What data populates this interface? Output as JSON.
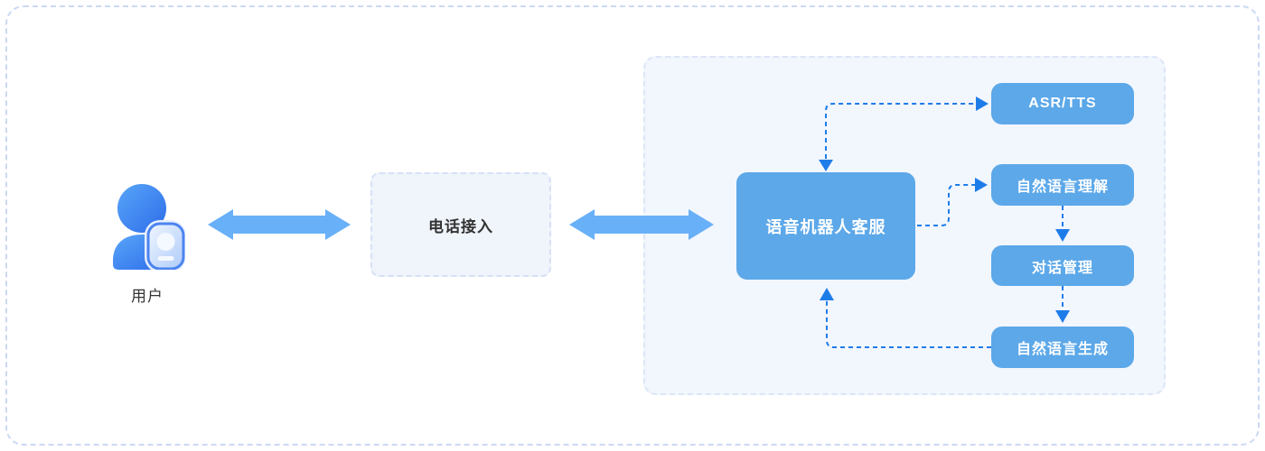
{
  "user": {
    "label": "用户"
  },
  "phone_box": {
    "label": "电话接入"
  },
  "main_box": {
    "label": "语音机器人客服"
  },
  "modules": [
    {
      "label": "ASR/TTS"
    },
    {
      "label": "自然语言理解"
    },
    {
      "label": "对话管理"
    },
    {
      "label": "自然语言生成"
    }
  ],
  "icons": {
    "user": "user-with-contact-card-icon"
  },
  "colors": {
    "node_blue": "#5CA8E9",
    "big_arrow_blue": "#68B0F8",
    "connector_blue": "#1E7CE9",
    "panel_bg": "#F2F6FD",
    "panel_border": "#DCE6F8",
    "phone_box_bg": "#F0F4FB",
    "phone_box_border": "#D5E1F5",
    "frame_border": "#CBD9F4",
    "text_dark": "#333333",
    "text_light": "#FFFFFF"
  }
}
